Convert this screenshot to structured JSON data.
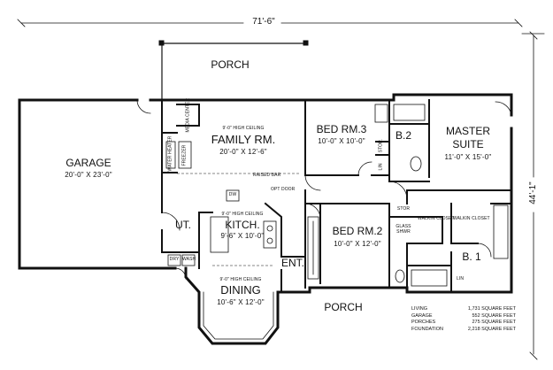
{
  "dimensions": {
    "overall_width": "71'-6\"",
    "overall_depth": "44'-1\""
  },
  "rooms": {
    "porch_top": {
      "name": "PORCH"
    },
    "porch_bottom": {
      "name": "PORCH"
    },
    "garage": {
      "name": "GARAGE",
      "size": "20'-0\" X 23'-0\""
    },
    "family": {
      "note": "9'-0\" HIGH CEILING",
      "name": "FAMILY RM.",
      "size": "20'-0\" X 12'-6\""
    },
    "bed3": {
      "name": "BED RM.3",
      "size": "10'-0\" X 10'-0\""
    },
    "bath2": {
      "name": "B.2"
    },
    "master": {
      "name_line1": "MASTER",
      "name_line2": "SUITE",
      "size": "11'-0\" X 15'-0\""
    },
    "kitchen": {
      "note": "9'-0\" HIGH CEILING",
      "name": "KITCH.",
      "size": "9'-6\" X 10'-0\""
    },
    "utility": {
      "name": "UT."
    },
    "bed2": {
      "name": "BED RM.2",
      "size": "10'-0\" X 12'-0\""
    },
    "bath1": {
      "name": "B. 1"
    },
    "entry": {
      "name": "ENT."
    },
    "dining": {
      "note": "9'-0\" HIGH CEILING",
      "name": "DINING",
      "size": "10'-6\" X 12'-0\""
    }
  },
  "fixture_labels": {
    "media_center": "MEDIA CENTER",
    "water_heater": "WATER HEATER",
    "freezer": "FREEZER",
    "dw": "DW",
    "raised_bar": "RAISED BAR",
    "opt_door": "OPT DOOR",
    "dryer": "DRY",
    "washer": "WASH",
    "stor_upper": "STOR.",
    "lin_upper": "LIN",
    "stor_lower": "STOR",
    "walkin_closet_left": "WALKIN CLOSET",
    "walkin_closet_right": "WALKIN CLOSET",
    "glass_shower": "GLASS SHWR",
    "lin_lower": "LIN"
  },
  "area_stats": [
    {
      "label": "LIVING",
      "value": "1,731 SQUARE FEET"
    },
    {
      "label": "GARAGE",
      "value": "552 SQUARE FEET"
    },
    {
      "label": "PORCHES",
      "value": "275 SQUARE FEET"
    },
    {
      "label": "FOUNDATION",
      "value": "2,218 SQUARE FEET"
    }
  ]
}
